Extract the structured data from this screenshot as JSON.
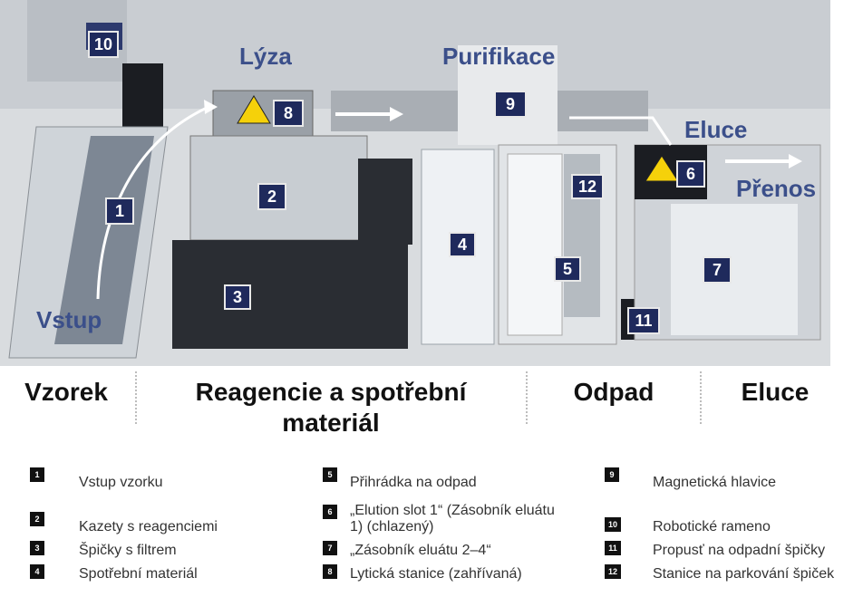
{
  "overlay_labels": {
    "lyza": "Lýza",
    "purifikace": "Purifikace",
    "eluce": "Eluce",
    "prenos": "Přenos",
    "vstup": "Vstup"
  },
  "callouts": [
    "10",
    "8",
    "9",
    "1",
    "2",
    "12",
    "6",
    "4",
    "5",
    "3",
    "7",
    "11"
  ],
  "sections": {
    "vzorek": "Vzorek",
    "reagencie": "Reagencie a spotřební materiál",
    "odpad": "Odpad",
    "eluce": "Eluce"
  },
  "legend": [
    {
      "num": "1",
      "text": "Vstup vzorku"
    },
    {
      "num": "2",
      "text": "Kazety s reagenciemi"
    },
    {
      "num": "3",
      "text": "Špičky s filtrem"
    },
    {
      "num": "4",
      "text": "Spotřební materiál"
    },
    {
      "num": "5",
      "text": "Přihrádka na odpad"
    },
    {
      "num": "6",
      "text": "„Elution slot 1“ (Zásobník eluátu 1) (chlazený)"
    },
    {
      "num": "7",
      "text": "„Zásobník eluátu 2–4“"
    },
    {
      "num": "8",
      "text": "Lytická stanice (zahřívaná)"
    },
    {
      "num": "9",
      "text": "Magnetická hlavice"
    },
    {
      "num": "10",
      "text": "Robotické rameno"
    },
    {
      "num": "11",
      "text": "Propusť na odpadní špičky"
    },
    {
      "num": "12",
      "text": "Stanice na parkování špiček"
    }
  ]
}
